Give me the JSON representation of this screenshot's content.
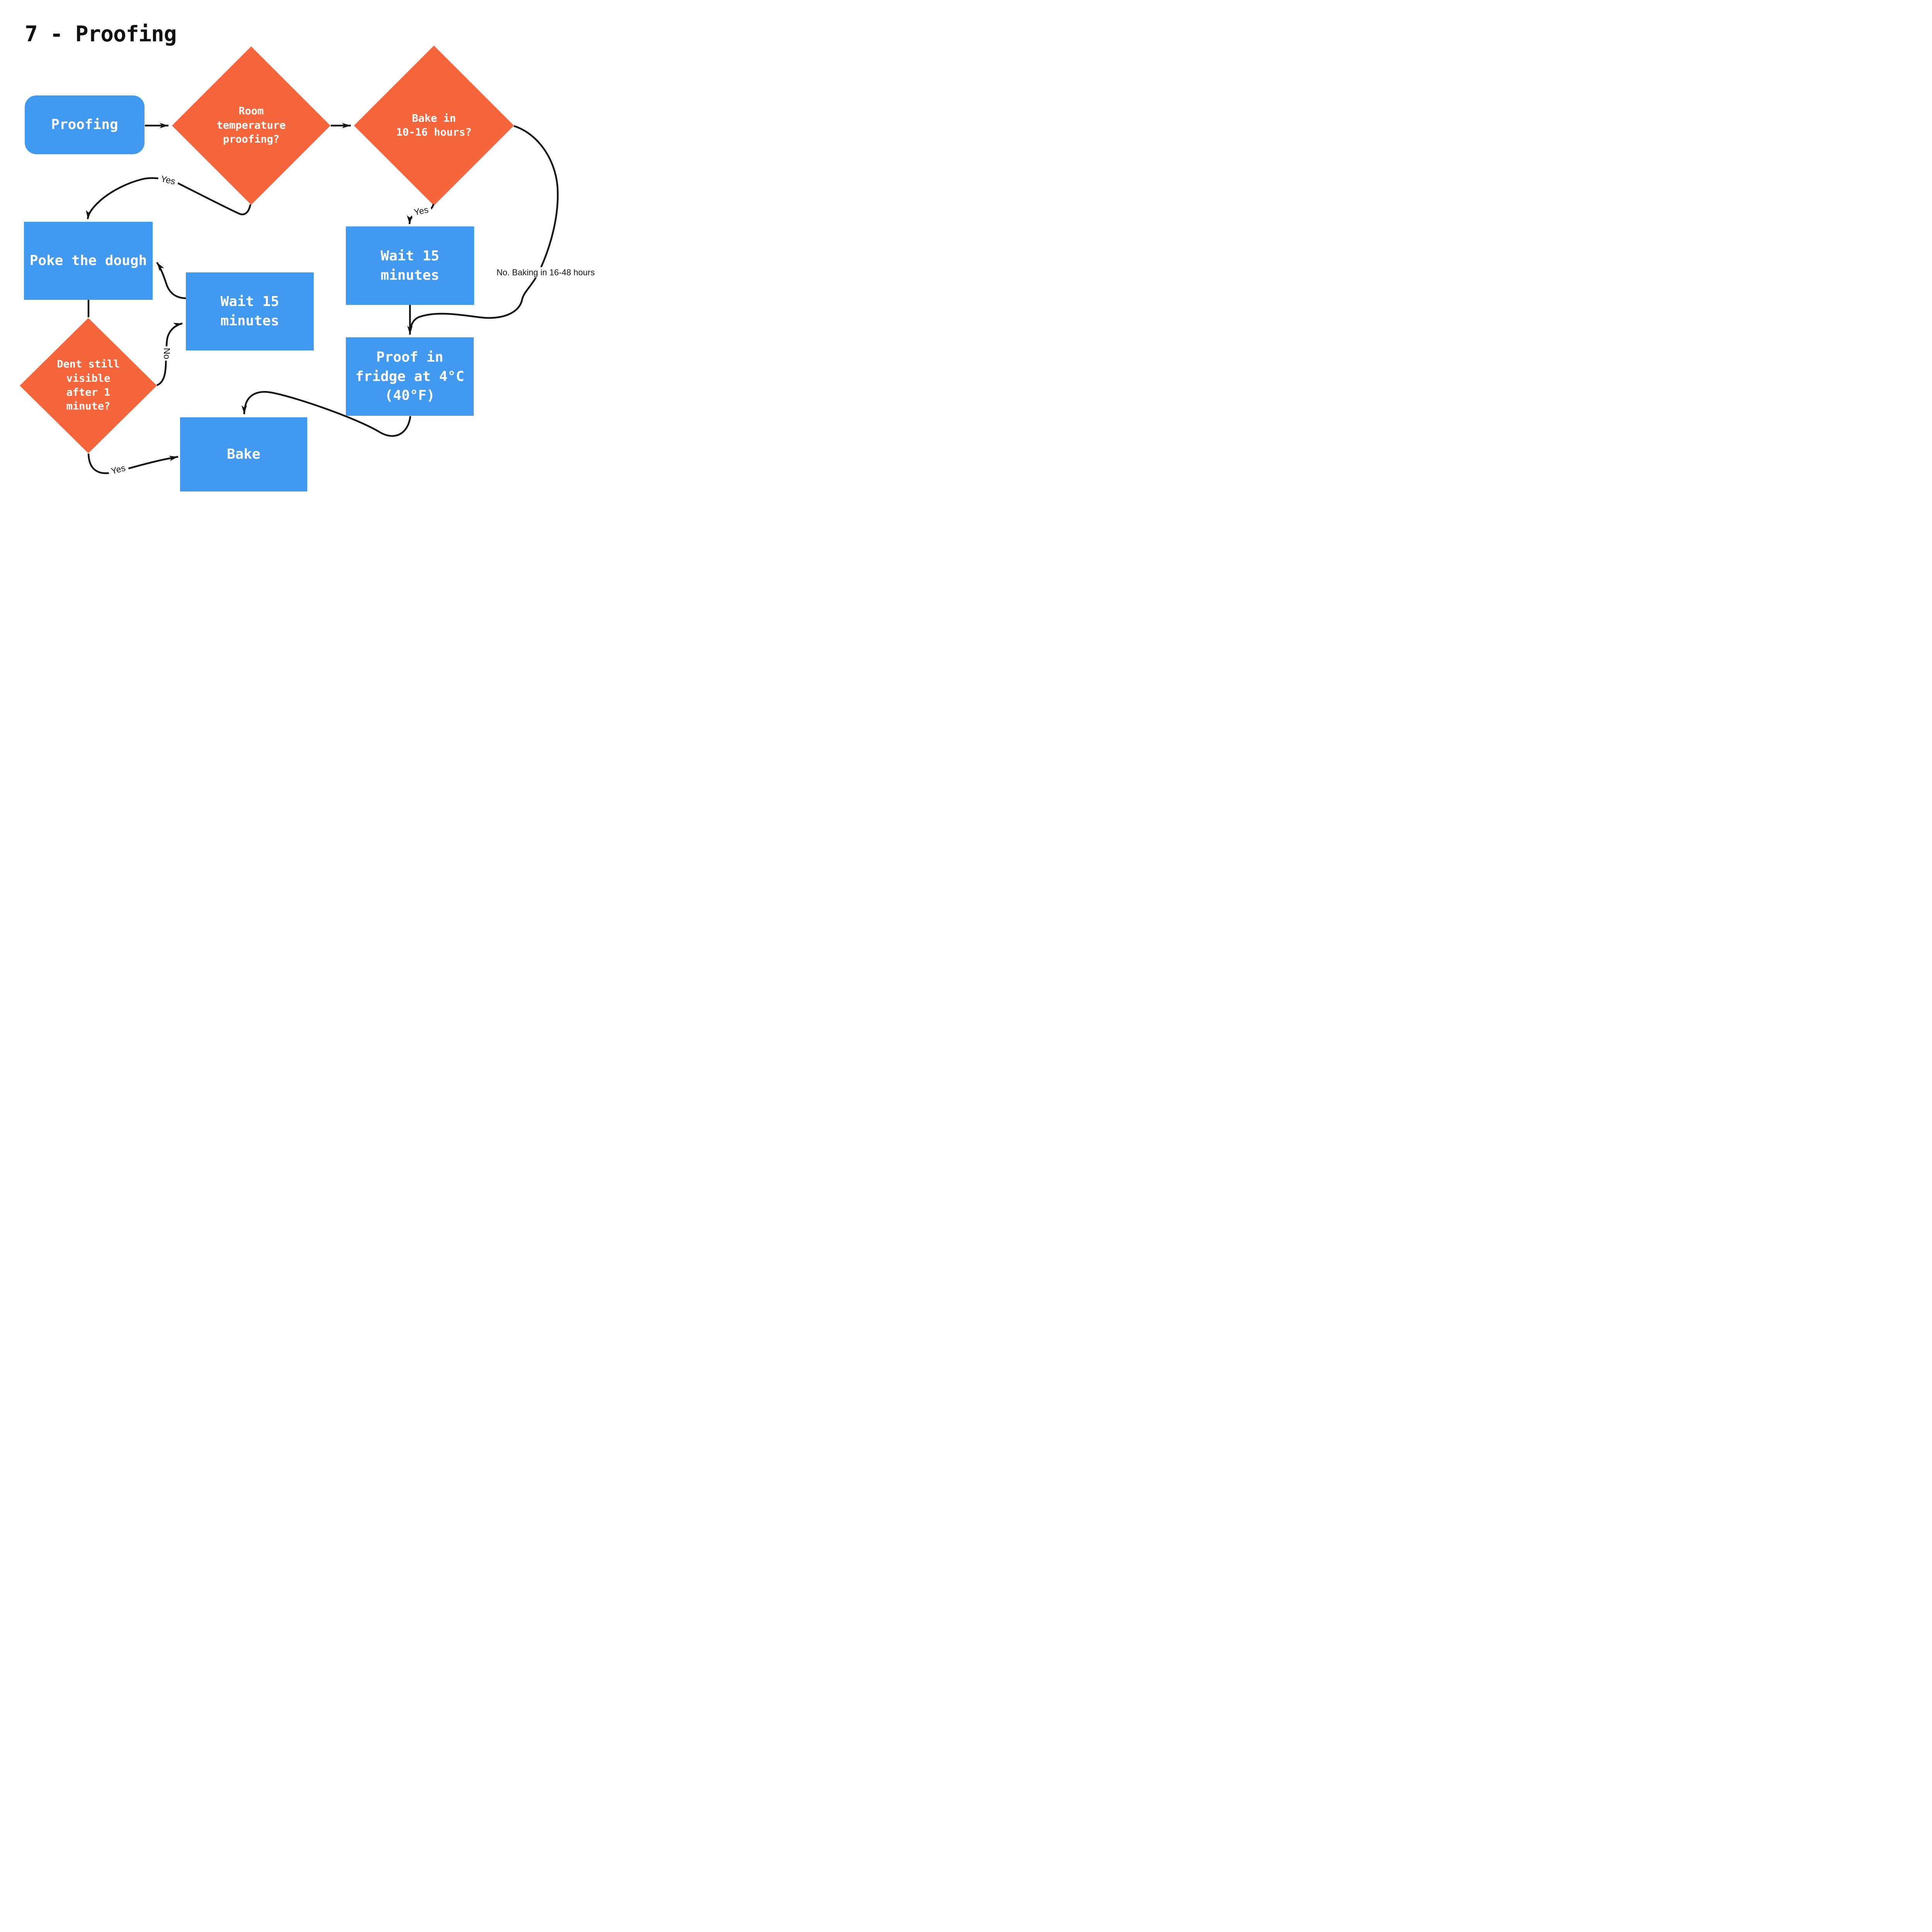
{
  "title": "7 - Proofing",
  "colors": {
    "node_blue": "#4299F0",
    "node_orange": "#F5663C",
    "node_text": "#FFFFFF",
    "line": "#141414"
  },
  "nodes": {
    "proofing": {
      "label": "Proofing",
      "shape": "rounded-rect"
    },
    "room_temp": {
      "label": "Room\ntemperature\nproofing?",
      "shape": "diamond"
    },
    "bake_10_16": {
      "label": "Bake in\n10-16 hours?",
      "shape": "diamond"
    },
    "poke": {
      "label": "Poke the dough",
      "shape": "rect"
    },
    "wait_mid": {
      "label": "Wait 15\nminutes",
      "shape": "rect"
    },
    "wait_right": {
      "label": "Wait 15\nminutes",
      "shape": "rect"
    },
    "dent": {
      "label": "Dent still\nvisible\nafter 1\nminute?",
      "shape": "diamond"
    },
    "proof_fridge": {
      "label": "Proof in\nfridge at 4°C\n(40°F)",
      "shape": "rect"
    },
    "bake": {
      "label": "Bake",
      "shape": "rect"
    }
  },
  "edge_labels": {
    "yes_room": "Yes",
    "yes_bake_10_16": "Yes",
    "no_dent": "No",
    "yes_dent": "Yes",
    "no_baking": "No. Baking in 16-48 hours"
  },
  "edges": [
    {
      "from": "proofing",
      "to": "room_temp",
      "label": ""
    },
    {
      "from": "room_temp",
      "to": "bake_10_16",
      "label": ""
    },
    {
      "from": "room_temp",
      "to": "poke",
      "label": "Yes"
    },
    {
      "from": "bake_10_16",
      "to": "wait_right",
      "label": "Yes"
    },
    {
      "from": "bake_10_16",
      "to": "proof_fridge",
      "label": "No. Baking in 16-48 hours"
    },
    {
      "from": "wait_right",
      "to": "proof_fridge",
      "label": ""
    },
    {
      "from": "poke",
      "to": "dent",
      "label": ""
    },
    {
      "from": "dent",
      "to": "wait_mid",
      "label": "No"
    },
    {
      "from": "wait_mid",
      "to": "poke",
      "label": ""
    },
    {
      "from": "dent",
      "to": "bake",
      "label": "Yes"
    },
    {
      "from": "proof_fridge",
      "to": "bake",
      "label": ""
    }
  ]
}
